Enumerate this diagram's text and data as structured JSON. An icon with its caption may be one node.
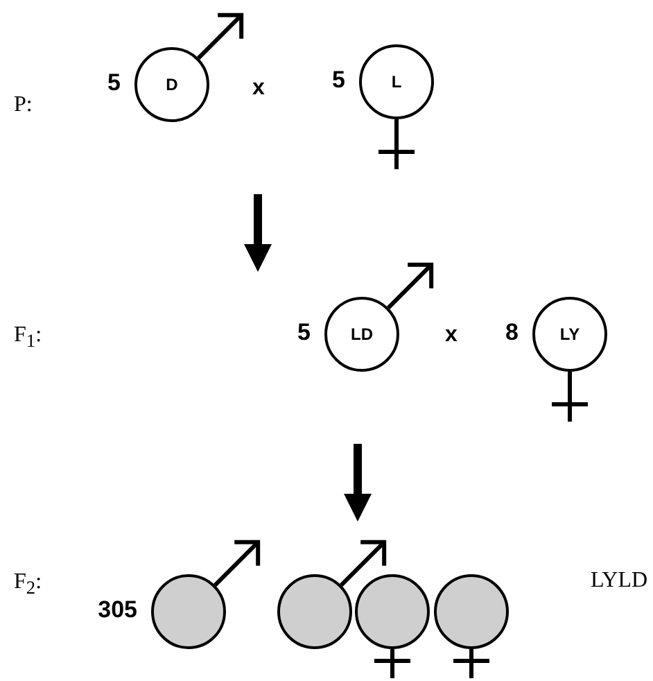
{
  "diagram": {
    "nodes": [
      {
        "text": [
          "D"
        ],
        "beside": [
          "5"
        ]
      },
      {
        "text": [
          "L"
        ],
        "beside": [
          "5"
        ]
      },
      {
        "text": [
          "LD"
        ],
        "beside": [
          "5"
        ]
      },
      {
        "text": [
          "LY"
        ],
        "beside": [
          "8"
        ]
      },
      {
        "text": [],
        "shape": "circle",
        "beside": [
          "305"
        ]
      },
      {
        "text": [],
        "shape": "circle"
      },
      {
        "text": [],
        "shape": "circle"
      },
      {
        "text": [],
        "shape": "circle"
      }
    ],
    "labels": [
      "P:",
      "x",
      "F$_{1}$:",
      "x",
      "F$_{2}$:",
      "LYLD"
    ]
  }
}
